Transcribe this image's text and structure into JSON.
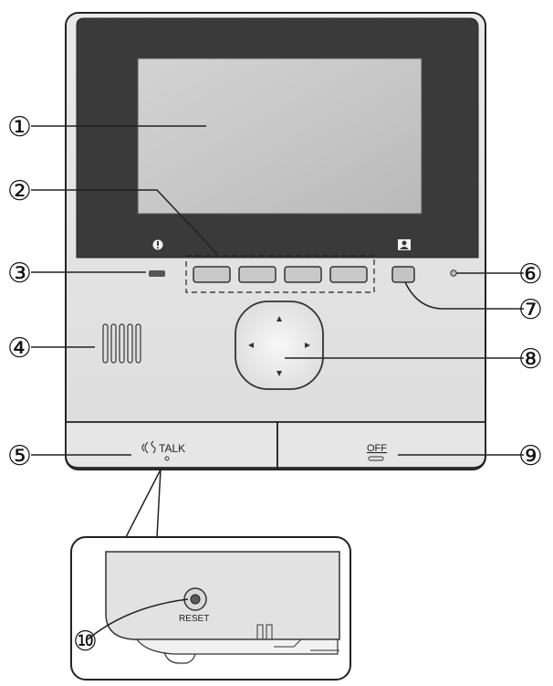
{
  "callouts": [
    {
      "id": "1",
      "label": "①"
    },
    {
      "id": "2",
      "label": "②"
    },
    {
      "id": "3",
      "label": "③"
    },
    {
      "id": "4",
      "label": "④"
    },
    {
      "id": "5",
      "label": "⑤"
    },
    {
      "id": "6",
      "label": "⑥"
    },
    {
      "id": "7",
      "label": "⑦"
    },
    {
      "id": "8",
      "label": "⑧"
    },
    {
      "id": "9",
      "label": "⑨"
    },
    {
      "id": "10",
      "label": "⑩"
    }
  ],
  "device": {
    "talk_label": "TALK",
    "off_label": "OFF",
    "reset_label": "RESET",
    "alert_icon": "exclamation-icon",
    "recording_icon": "person-icon"
  }
}
